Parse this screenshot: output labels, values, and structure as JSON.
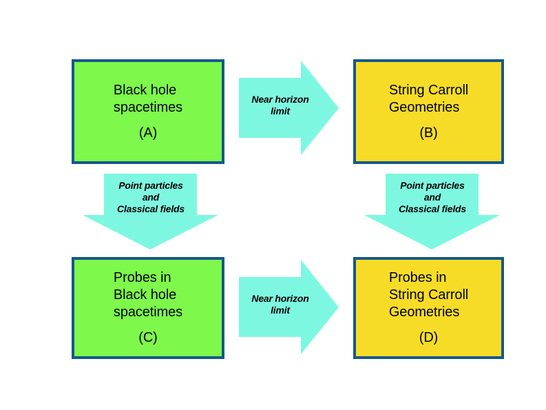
{
  "diagram": {
    "title": "Black hole spacetimes to String Carroll Geometries flowchart",
    "background_color": "#ffffff",
    "colors": {
      "green_fill": "#7df84b",
      "yellow_fill": "#f7dc27",
      "box_border": "#16578c",
      "arrow_fill": "#7ef7e1",
      "text": "#000000"
    },
    "nodes": [
      {
        "id": "A",
        "text": "Black hole\nspacetimes",
        "label": "(A)",
        "fill": "green"
      },
      {
        "id": "B",
        "text": "String Carroll\nGeometries",
        "label": "(B)",
        "fill": "yellow"
      },
      {
        "id": "C",
        "text": "Probes in\nBlack hole\nspacetimes",
        "label": "(C)",
        "fill": "green"
      },
      {
        "id": "D",
        "text": "Probes in\nString Carroll\nGeometries",
        "label": "(D)",
        "fill": "yellow"
      }
    ],
    "arrows": [
      {
        "id": "a-to-b",
        "direction": "right",
        "from": "A",
        "to": "B",
        "label": "Near horizon\nlimit"
      },
      {
        "id": "c-to-d",
        "direction": "right",
        "from": "C",
        "to": "D",
        "label": "Near horizon\nlimit"
      },
      {
        "id": "a-to-c",
        "direction": "down",
        "from": "A",
        "to": "C",
        "label": "Point particles\nand\nClassical fields"
      },
      {
        "id": "b-to-d",
        "direction": "down",
        "from": "B",
        "to": "D",
        "label": "Point particles\nand\nClassical fields"
      }
    ]
  }
}
